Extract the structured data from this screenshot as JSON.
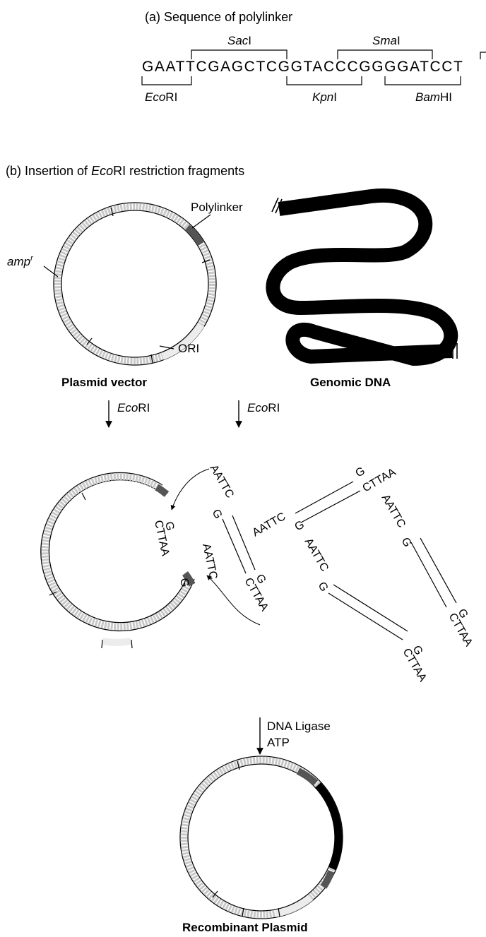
{
  "part_a": {
    "title": "(a) Sequence of polylinker",
    "sequence": "GAATTCGAGCTCGGTACCCGGGGATCCT",
    "sites_top": [
      {
        "enzyme_italic": "Sac",
        "enzyme_roman": "I"
      },
      {
        "enzyme_italic": "Sma",
        "enzyme_roman": "I"
      }
    ],
    "sites_bottom": [
      {
        "enzyme_italic": "Eco",
        "enzyme_roman": "RI"
      },
      {
        "enzyme_italic": "Kpn",
        "enzyme_roman": "I"
      },
      {
        "enzyme_italic": "Bam",
        "enzyme_roman": "HI"
      }
    ]
  },
  "part_b": {
    "title_prefix": "(b) Insertion of ",
    "title_italic": "Eco",
    "title_suffix": "RI restriction fragments",
    "plasmid_labels": {
      "polylinker": "Polylinker",
      "amp_main": "amp",
      "amp_sup": "r",
      "ori": "ORI"
    },
    "plasmid_caption": "Plasmid vector",
    "genomic_caption": "Genomic DNA",
    "digest_italic": "Eco",
    "digest_roman": "RI",
    "sticky_ends": {
      "aattc": "AATTC",
      "g": "G",
      "cttaa": "CTTAA"
    },
    "ligase_line1": "DNA Ligase",
    "ligase_line2": "ATP",
    "recombinant_caption": "Recombinant Plasmid"
  },
  "colors": {
    "ink": "#000000",
    "plasmid_fill": "#c8c8c8",
    "polylinker_fill": "#555555",
    "insert_fill": "#000000",
    "ori_fill": "#e6e6e6"
  }
}
